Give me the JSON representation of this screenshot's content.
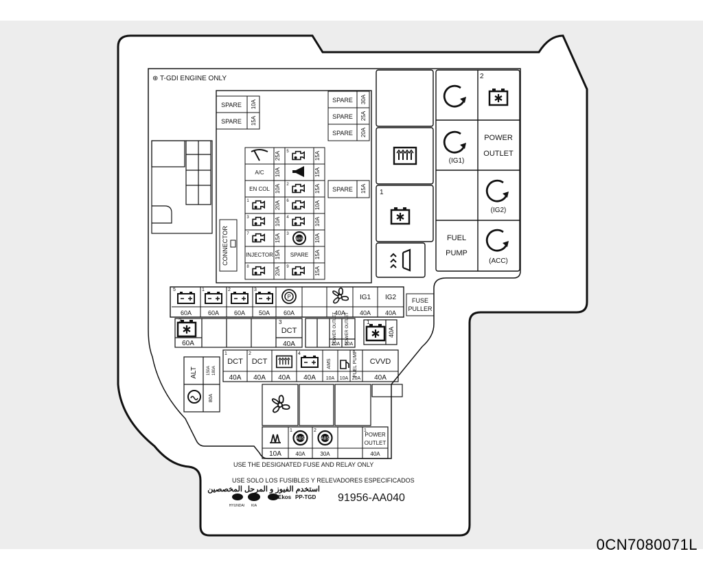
{
  "diagram": {
    "top_note": "⊕ T-GDI ENGINE ONLY",
    "footer_line1": "USE THE DESIGNATED FUSE AND RELAY ONLY",
    "footer_line2": "USE SOLO LOS FUSIBLES Y RELEVADORES ESPECIFICADOS",
    "footer_arabic": "استخدم الفيوز و المرحل المخصصين",
    "part_number": "91956-AA040",
    "brand_marks": [
      "HYUNDAI",
      "KIA",
      "Ekos",
      "PP-TGD"
    ],
    "image_code": "0CN7080071L"
  },
  "upper_fuses": {
    "left_spares": [
      {
        "label": "SPARE",
        "amp": "10A"
      },
      {
        "label": "SPARE",
        "amp": "15A"
      }
    ],
    "right_spares": [
      {
        "label": "SPARE",
        "amp": "30A"
      },
      {
        "label": "SPARE",
        "amp": "25A"
      },
      {
        "label": "SPARE",
        "amp": "20A"
      }
    ],
    "middle_spare": {
      "label": "SPARE",
      "amp": "15A"
    },
    "grid": [
      {
        "left": "wiper-icon",
        "left_amp": "25A",
        "right": "engine-icon",
        "right_num": "5",
        "right_amp": "15A"
      },
      {
        "left": "A/C",
        "left_amp": "10A",
        "right": "horn-icon",
        "right_num": "",
        "right_amp": "15A"
      },
      {
        "left": "EN COL",
        "left_amp": "10A",
        "right": "engine-icon",
        "right_num": "2",
        "right_amp": "15A"
      },
      {
        "left": "engine-icon",
        "left_num": "1",
        "left_amp": "20A",
        "right": "engine-icon",
        "right_num": "6",
        "right_amp": "10A"
      },
      {
        "left": "engine-icon",
        "left_num": "3",
        "left_amp": "10A",
        "right": "engine-icon",
        "right_num": "4",
        "right_amp": "10A"
      },
      {
        "left": "engine-icon",
        "left_num": "7",
        "left_amp": "15A",
        "right": "abs-icon",
        "right_num": "3",
        "right_amp": "10A"
      },
      {
        "left": "INJECTOR",
        "left_amp": "15A",
        "right": "SPARE",
        "right_num": "",
        "right_amp": "15A"
      },
      {
        "left": "engine-icon",
        "left_num": "8",
        "left_amp": "20A",
        "right": "engine-icon",
        "right_num": "9",
        "right_amp": "15A"
      }
    ],
    "connector_label": "CONNECTOR"
  },
  "relays_right": {
    "rear_defrost": "rear-defrost-icon",
    "batt1_num": "1",
    "batt2_num": "2",
    "cells": [
      {
        "icon": "restart-icon",
        "label": ""
      },
      {
        "icon": "battery-fan-icon",
        "num": "2",
        "label": ""
      },
      {
        "icon": "restart-icon",
        "label": "(IG1)"
      },
      {
        "icon": "",
        "label_line1": "POWER",
        "label_line2": "OUTLET"
      },
      {
        "icon": "restart-icon",
        "label": "(IG2)"
      },
      {
        "icon": "",
        "label_line1": "FUEL",
        "label_line2": "PUMP"
      },
      {
        "icon": "restart-icon",
        "label": "(ACC)"
      }
    ]
  },
  "multi_fuse_row": [
    {
      "num": "5",
      "icon": "battery-icon",
      "amp": "60A"
    },
    {
      "num": "1",
      "icon": "battery-icon",
      "amp": "60A"
    },
    {
      "num": "2",
      "icon": "battery-icon",
      "amp": "60A"
    },
    {
      "num": "3",
      "icon": "battery-icon",
      "amp": "50A"
    },
    {
      "num": "",
      "icon": "brake-icon",
      "amp": "60A"
    },
    {
      "num": "",
      "icon": "",
      "amp": ""
    },
    {
      "num": "",
      "icon": "fan-icon",
      "amp": "40A"
    },
    {
      "num": "",
      "label": "IG1",
      "amp": "40A"
    },
    {
      "num": "",
      "label": "IG2",
      "amp": "40A"
    }
  ],
  "fuse_puller": {
    "line1": "FUSE",
    "line2": "PULLER"
  },
  "row2": {
    "left": {
      "num": "2",
      "icon": "battery-fan-icon",
      "amp": "60A"
    },
    "dct": {
      "num": "3",
      "label": "DCT",
      "amp": "40A"
    },
    "outlets": [
      {
        "label": "POWER OUTLET",
        "amp": "20A"
      },
      {
        "label": "POWER OUTLET",
        "amp": "20A"
      }
    ],
    "right": {
      "num": "1",
      "icon": "battery-fan-icon",
      "amp": "40A"
    }
  },
  "row3": [
    {
      "num": "1",
      "label": "DCT",
      "amp": "40A"
    },
    {
      "num": "2",
      "label": "DCT",
      "amp": "40A"
    },
    {
      "num": "",
      "icon": "rear-defrost-icon",
      "amp": "40A"
    },
    {
      "num": "4",
      "icon": "battery-icon",
      "amp": "40A"
    },
    {
      "num": "",
      "label": "AMS",
      "amp": "10A"
    },
    {
      "num": "",
      "icon": "fuel-icon",
      "amp": "10A"
    },
    {
      "num": "",
      "label": "FUEL PUMP",
      "amp": "20A"
    },
    {
      "num": "",
      "label": "CVVD",
      "amp": "40A"
    }
  ],
  "alt": {
    "label": "ALT",
    "amp1": "150A",
    "amp1_note": "180A",
    "amp2": "80A"
  },
  "bottom_fuses": [
    {
      "num": "",
      "icon": "heater-icon",
      "amp": "10A"
    },
    {
      "num": "1",
      "icon": "abs-icon",
      "amp": "40A"
    },
    {
      "num": "2",
      "icon": "abs-icon",
      "amp": "30A"
    },
    {
      "num": "",
      "icon": "",
      "amp": ""
    },
    {
      "num": "1",
      "label_line1": "POWER",
      "label_line2": "OUTLET",
      "amp": "40A"
    }
  ]
}
